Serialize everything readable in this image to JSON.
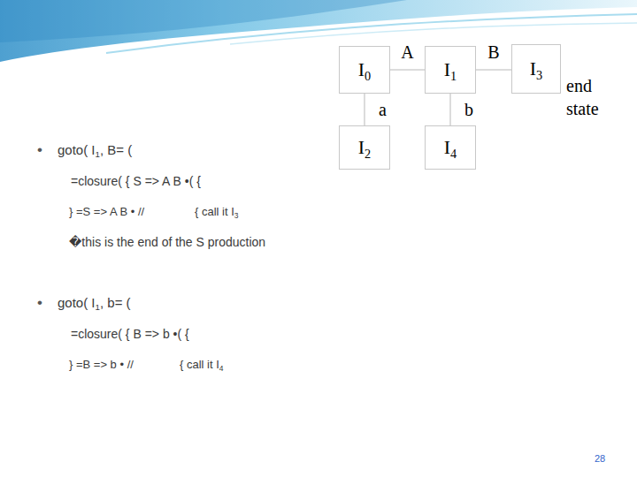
{
  "diagram": {
    "nodes": [
      {
        "text": [
          "I0"
        ]
      },
      {
        "text": [
          "I1"
        ]
      },
      {
        "text": [
          "I3"
        ]
      },
      {
        "text": [
          "I2"
        ]
      },
      {
        "text": [
          "I4"
        ]
      }
    ],
    "edges": [
      {
        "from": 0,
        "to": 1,
        "label": "A",
        "arrow": "none"
      },
      {
        "from": 1,
        "to": 2,
        "label": "B",
        "arrow": "none"
      },
      {
        "from": 0,
        "to": 3,
        "label": "a",
        "arrow": "none"
      },
      {
        "from": 1,
        "to": 4,
        "label": "b",
        "arrow": "none"
      }
    ],
    "labels": [
      "•",
      "goto( I1, B= (",
      "=closure( { S => A B •( {",
      "} =S => A B • //",
      "{ call it I3",
      "�this is the end of the S production",
      "•",
      "goto( I1, b= (",
      "=closure( { B => b •( {",
      "} =B => b • //",
      "{ call it I4",
      "end state",
      "28"
    ]
  }
}
